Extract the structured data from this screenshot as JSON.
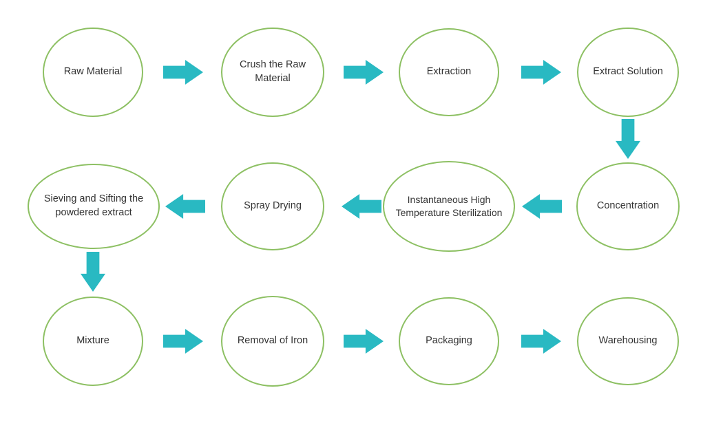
{
  "diagram": {
    "type": "flowchart",
    "description": "Powdered extract production process flow",
    "node_shape": "ellipse",
    "colors": {
      "ellipse_border": "#8dc063",
      "arrow": "#29b9c2",
      "text": "#333333",
      "background": "#ffffff"
    },
    "nodes": [
      {
        "id": "raw-material",
        "label": "Raw Material"
      },
      {
        "id": "crush",
        "label": "Crush the Raw Material"
      },
      {
        "id": "extraction",
        "label": "Extraction"
      },
      {
        "id": "extract-solution",
        "label": "Extract Solution"
      },
      {
        "id": "concentration",
        "label": "Concentration"
      },
      {
        "id": "sterilization",
        "label": "Instantaneous High Temperature Sterilization"
      },
      {
        "id": "spray-drying",
        "label": "Spray Drying"
      },
      {
        "id": "sieving",
        "label": "Sieving and Sifting the powdered extract"
      },
      {
        "id": "mixture",
        "label": "Mixture"
      },
      {
        "id": "removal-of-iron",
        "label": "Removal of Iron"
      },
      {
        "id": "packaging",
        "label": "Packaging"
      },
      {
        "id": "warehousing",
        "label": "Warehousing"
      }
    ],
    "flow_order": [
      "raw-material",
      "crush",
      "extraction",
      "extract-solution",
      "concentration",
      "sterilization",
      "spray-drying",
      "sieving",
      "mixture",
      "removal-of-iron",
      "packaging",
      "warehousing"
    ]
  }
}
